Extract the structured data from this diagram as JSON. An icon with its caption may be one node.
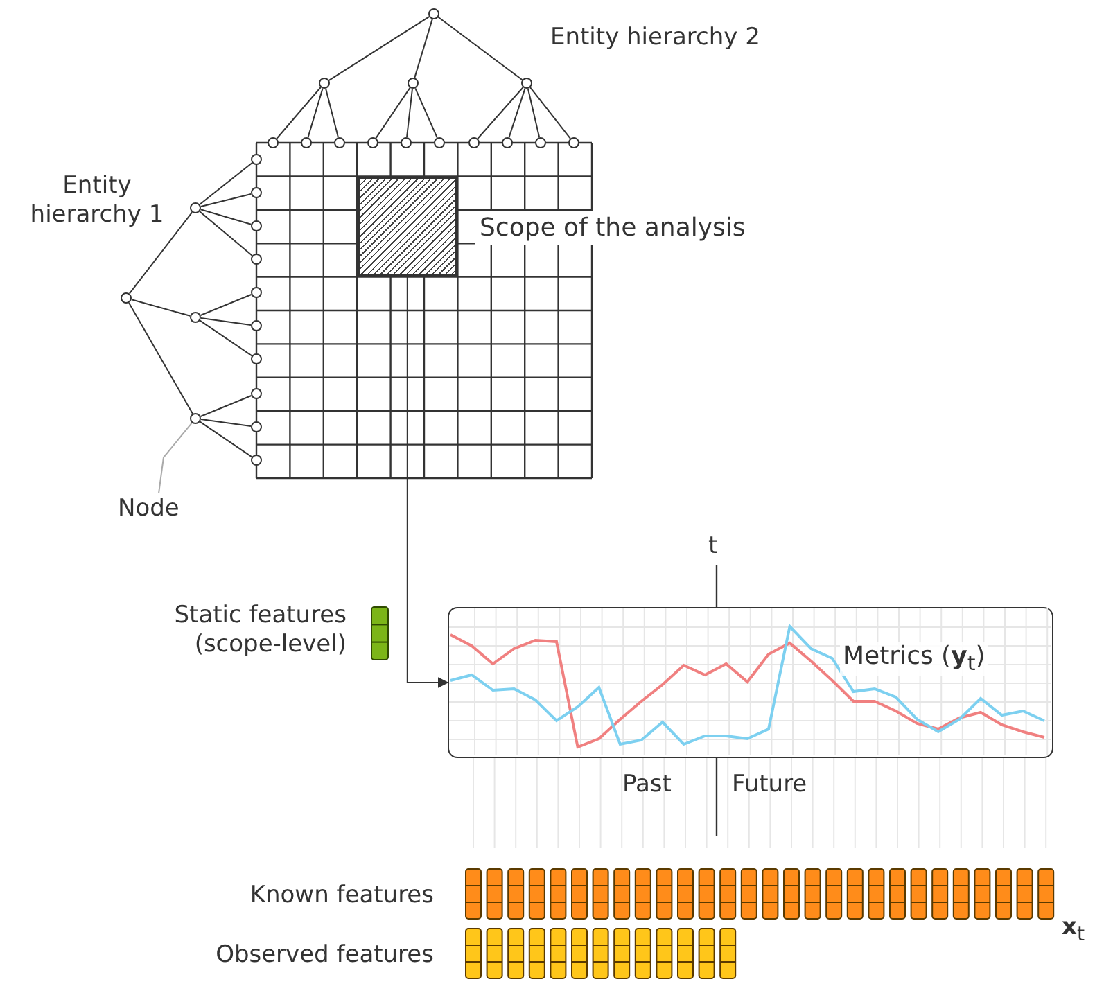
{
  "diagram": {
    "nodes": [
      {
        "text": [],
        "shape": "grid"
      },
      {
        "text": [],
        "shape": "box",
        "in": 0,
        "beside": [
          "Scope of the analysis"
        ]
      },
      {
        "text": [
          "Metrics (**y**$_{t}$)"
        ]
      },
      {
        "text": [
          "Node"
        ]
      },
      {
        "text": [],
        "shape": "circle"
      },
      {
        "text": [],
        "shape": "circle"
      },
      {
        "text": [],
        "shape": "circle"
      },
      {
        "text": [],
        "shape": "circle"
      },
      {
        "text": [],
        "shape": "circle"
      },
      {
        "text": [],
        "shape": "circle"
      },
      {
        "text": [],
        "shape": "circle"
      },
      {
        "text": [],
        "shape": "circle"
      },
      {
        "text": [],
        "shape": "circle"
      },
      {
        "text": [],
        "shape": "circle"
      },
      {
        "text": [],
        "shape": "circle"
      },
      {
        "text": [],
        "shape": "circle"
      },
      {
        "text": [],
        "shape": "circle"
      },
      {
        "text": [],
        "shape": "circle"
      },
      {
        "text": [],
        "shape": "circle"
      },
      {
        "text": [],
        "shape": "circle"
      },
      {
        "text": [],
        "shape": "circle"
      },
      {
        "text": [],
        "shape": "circle"
      },
      {
        "text": [],
        "shape": "circle"
      },
      {
        "text": [],
        "shape": "circle"
      },
      {
        "text": [],
        "shape": "circle"
      },
      {
        "text": [],
        "shape": "circle"
      },
      {
        "text": [],
        "shape": "circle"
      },
      {
        "text": [],
        "shape": "circle"
      },
      {
        "text": [],
        "shape": "circle"
      },
      {
        "text": [],
        "shape": "circle"
      },
      {
        "text": [],
        "shape": "circle"
      },
      {
        "text": [],
        "shape": "circle"
      }
    ],
    "edges": [
      {
        "from": 1,
        "to": 2,
        "arrow": "to"
      },
      {
        "from": 3,
        "to": 21,
        "arrow": "none",
        "color": "#aaaaaa"
      },
      {
        "from": 4,
        "to": 5,
        "arrow": "none"
      },
      {
        "from": 4,
        "to": 6,
        "arrow": "none"
      },
      {
        "from": 4,
        "to": 7,
        "arrow": "none"
      },
      {
        "from": 5,
        "to": 8,
        "arrow": "none"
      },
      {
        "from": 5,
        "to": 9,
        "arrow": "none"
      },
      {
        "from": 5,
        "to": 10,
        "arrow": "none"
      },
      {
        "from": 6,
        "to": 11,
        "arrow": "none"
      },
      {
        "from": 6,
        "to": 12,
        "arrow": "none"
      },
      {
        "from": 6,
        "to": 13,
        "arrow": "none"
      },
      {
        "from": 7,
        "to": 14,
        "arrow": "none"
      },
      {
        "from": 7,
        "to": 15,
        "arrow": "none"
      },
      {
        "from": 7,
        "to": 16,
        "arrow": "none"
      },
      {
        "from": 7,
        "to": 17,
        "arrow": "none"
      },
      {
        "from": 18,
        "to": 19,
        "arrow": "none"
      },
      {
        "from": 18,
        "to": 20,
        "arrow": "none"
      },
      {
        "from": 18,
        "to": 21,
        "arrow": "none"
      },
      {
        "from": 19,
        "to": 22,
        "arrow": "none"
      },
      {
        "from": 19,
        "to": 23,
        "arrow": "none"
      },
      {
        "from": 19,
        "to": 24,
        "arrow": "none"
      },
      {
        "from": 19,
        "to": 25,
        "arrow": "none"
      },
      {
        "from": 20,
        "to": 26,
        "arrow": "none"
      },
      {
        "from": 20,
        "to": 27,
        "arrow": "none"
      },
      {
        "from": 20,
        "to": 28,
        "arrow": "none"
      },
      {
        "from": 21,
        "to": 29,
        "arrow": "none"
      },
      {
        "from": 21,
        "to": 30,
        "arrow": "none"
      },
      {
        "from": 21,
        "to": 31,
        "arrow": "none"
      }
    ],
    "labels": [
      "Entity hierarchy 2",
      "Entity hierarchy 1",
      "Static features (scope-level)",
      "t",
      "Past",
      "Future",
      "Known features",
      "Observed features",
      "**x**$_{t}$"
    ]
  }
}
